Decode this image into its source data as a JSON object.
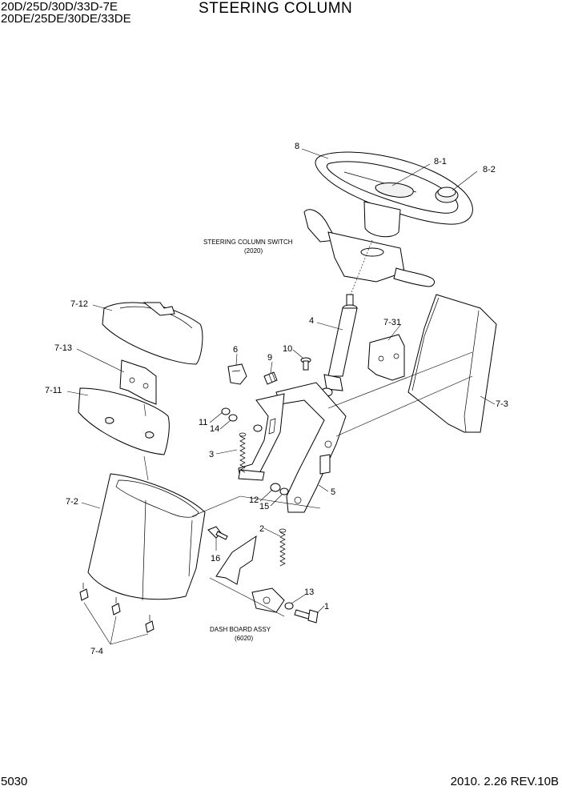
{
  "header": {
    "models_line1": "20D/25D/30D/33D-7E",
    "models_line2": "20DE/25DE/30DE/33DE",
    "title": "STEERING COLUMN"
  },
  "footer": {
    "page_number": "5030",
    "revision": "2010. 2.26 REV.10B"
  },
  "notes": {
    "switch_label": "STEERING COLUMN SWITCH",
    "switch_ref": "(2020)",
    "dash_label": "DASH BOARD ASSY",
    "dash_ref": "(6020)"
  },
  "callouts": {
    "c8": "8",
    "c8_1": "8-1",
    "c8_2": "8-2",
    "c7_12": "7-12",
    "c7_13": "7-13",
    "c7_11": "7-11",
    "c7_2": "7-2",
    "c7_4": "7-4",
    "c7_31": "7-31",
    "c7_3": "7-3",
    "c4": "4",
    "c6": "6",
    "c9": "9",
    "c10": "10",
    "c11": "11",
    "c14": "14",
    "c3": "3",
    "c5": "5",
    "c12": "12",
    "c15": "15",
    "c2": "2",
    "c16": "16",
    "c13": "13",
    "c1": "1"
  }
}
